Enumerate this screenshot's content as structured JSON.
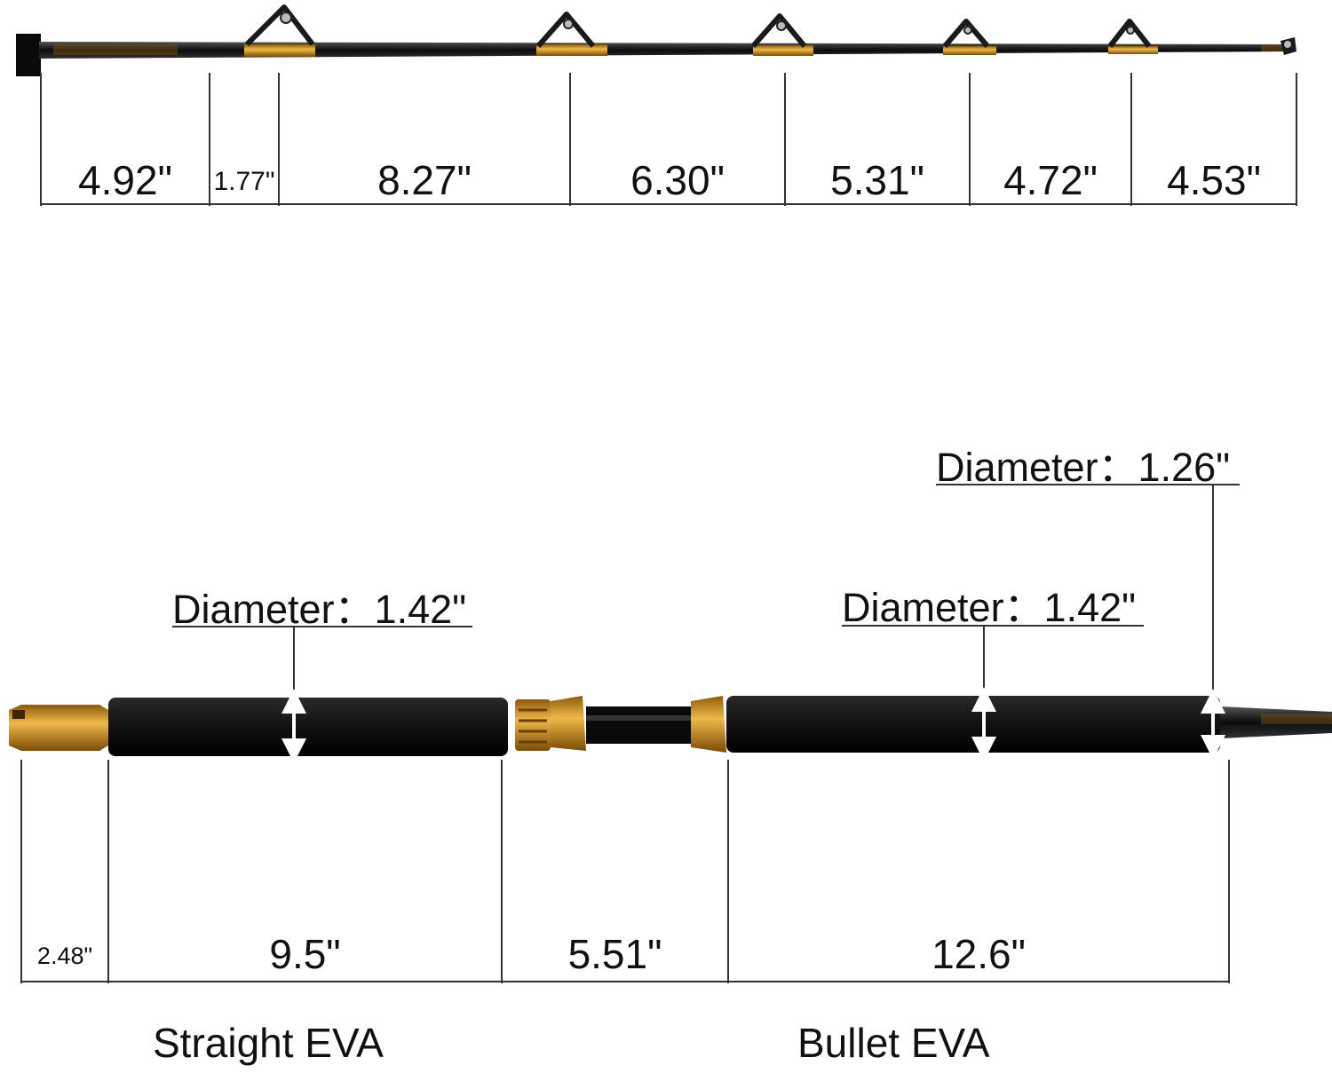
{
  "top_measurements": [
    "4.92\"",
    "1.77\"",
    "8.27\"",
    "6.30\"",
    "5.31\"",
    "4.72\"",
    "4.53\""
  ],
  "bottom_measurements": [
    "2.48\"",
    "9.5\"",
    "5.51\"",
    "12.6\""
  ],
  "diameters": {
    "straight_grip": "Diameter：1.42\"",
    "bullet_grip": "Diameter：1.42\"",
    "fore_grip": "Diameter：1.26\""
  },
  "grip_types": [
    "Straight EVA",
    "Bullet EVA"
  ],
  "colors": {
    "blank": "#111111",
    "gold": "#c98a1c",
    "eva": "#1c1c1c",
    "line": "#333333"
  }
}
